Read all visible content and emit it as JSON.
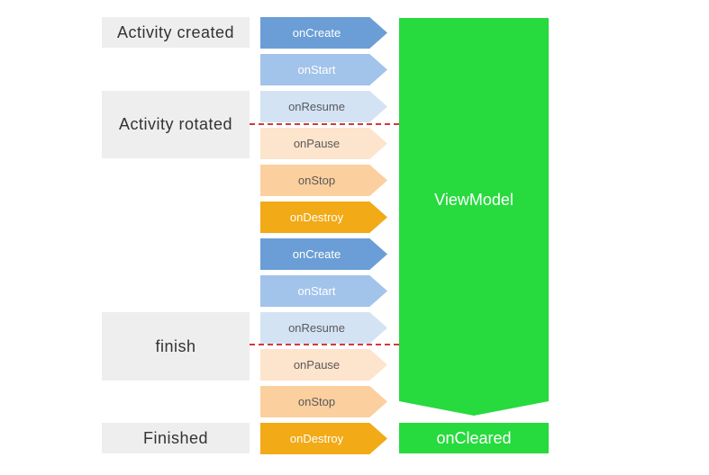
{
  "states": [
    {
      "label": "Activity created"
    },
    {
      "label": "Activity rotated"
    },
    {
      "label": "finish"
    },
    {
      "label": "Finished"
    }
  ],
  "callbacks": [
    "onCreate",
    "onStart",
    "onResume",
    "onPause",
    "onStop",
    "onDestroy",
    "onCreate",
    "onStart",
    "onResume",
    "onPause",
    "onStop",
    "onDestroy"
  ],
  "viewmodel": {
    "label": "ViewModel",
    "cleared_label": "onCleared"
  },
  "colors": {
    "onCreate": "#6b9ed6",
    "onStart": "#a2c3ea",
    "onResume": "#d3e3f4",
    "onPause": "#fde4cc",
    "onStop": "#fccf9e",
    "onDestroy": "#f2aa17",
    "viewmodel": "#27da3d",
    "marker": "#d33a3a"
  }
}
